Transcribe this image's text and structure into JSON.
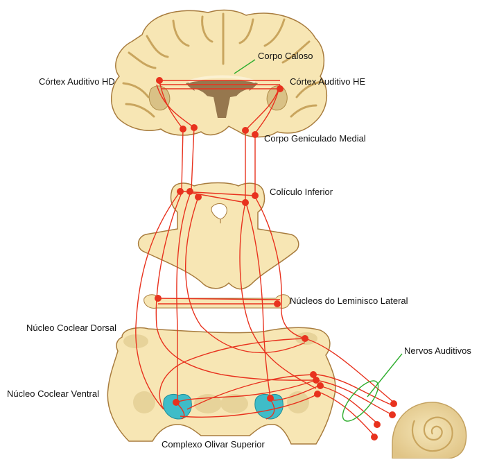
{
  "labels": {
    "corpo_caloso": "Corpo Caloso",
    "cortex_hd": "Córtex Auditivo HD",
    "cortex_he": "Córtex Auditivo HE",
    "geniculado": "Corpo Geniculado Medial",
    "coliculo": "Colículo Inferior",
    "leminisco": "Núcleos do Leminisco Lateral",
    "coclear_dorsal": "Núcleo Coclear Dorsal",
    "nervos": "Nervos Auditivos",
    "coclear_ventral": "Núcleo Coclear Ventral",
    "olivar": "Complexo Olivar Superior"
  },
  "colors": {
    "tissue": "#f7e6b4",
    "tissue_outline": "#a87c3e",
    "white_matter": "#f4e2ad",
    "grey_matter": "#d9c186",
    "ventricle": "#8b6a42",
    "pathway": "#e8321e",
    "olive": "#3fbcc8",
    "cochlea": "#eed9a0",
    "leader_green": "#2fae2f"
  }
}
